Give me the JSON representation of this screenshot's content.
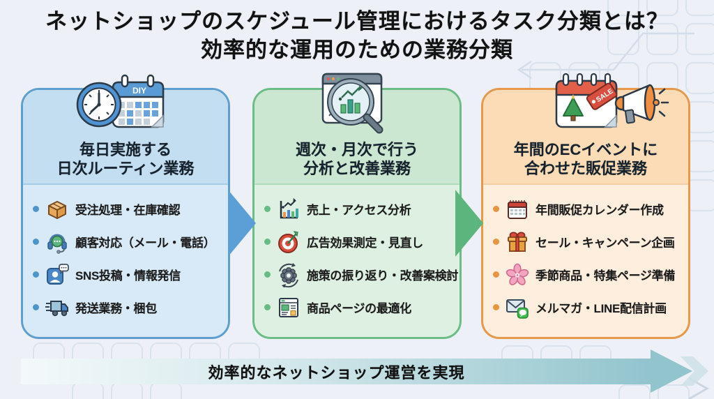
{
  "title": {
    "line1": "ネットショップのスケジュール管理におけるタスク分類とは？",
    "line2": "効率的な運用のための業務分類"
  },
  "columns": [
    {
      "id": "daily-routine",
      "accent": "#5e9fd0",
      "header_line1": "毎日実施する",
      "header_line2": "日次ルーティン業務",
      "icon": "clock-calendar-icon",
      "items": [
        {
          "icon": "package-box-icon",
          "label": "受注処理・在庫確認"
        },
        {
          "icon": "headset-chat-icon",
          "label": "顧客対応（メール・電話）"
        },
        {
          "icon": "sns-post-icon",
          "label": "SNS投稿・情報発信"
        },
        {
          "icon": "delivery-truck-icon",
          "label": "発送業務・梱包"
        }
      ]
    },
    {
      "id": "weekly-monthly-analysis",
      "accent": "#6cbd85",
      "header_line1": "週次・月次で行う",
      "header_line2": "分析と改善業務",
      "icon": "browser-magnifier-chart-icon",
      "items": [
        {
          "icon": "bar-chart-icon",
          "label": "売上・アクセス分析"
        },
        {
          "icon": "target-dart-icon",
          "label": "広告効果測定・見直し"
        },
        {
          "icon": "gear-cycle-icon",
          "label": "施策の振り返り・改善案検討"
        },
        {
          "icon": "product-page-icon",
          "label": "商品ページの最適化"
        }
      ]
    },
    {
      "id": "annual-ec-promotion",
      "accent": "#e8984a",
      "header_line1": "年間のECイベントに",
      "header_line2": "合わせた販促業務",
      "icon": "event-calendar-megaphone-icon",
      "items": [
        {
          "icon": "promo-calendar-icon",
          "label": "年間販促カレンダー作成"
        },
        {
          "icon": "gift-box-icon",
          "label": "セール・キャンペーン企画"
        },
        {
          "icon": "sakura-icon",
          "label": "季節商品・特集ページ準備"
        },
        {
          "icon": "mail-line-icon",
          "label": "メルマガ・LINE配信計画"
        }
      ]
    }
  ],
  "icon_labels": {
    "diy": "DIY",
    "sale": "SALE"
  },
  "footer": {
    "label": "効率的なネットショップ運営を実現"
  },
  "colors": {
    "background": "#edf1f7",
    "blue_border": "#5e9fd0",
    "blue_header_fill": "#c4def1",
    "blue_body_fill": "#d8eaf7",
    "green_border": "#6cbd85",
    "green_header_fill": "#cbe7d1",
    "green_body_fill": "#def0e2",
    "orange_border": "#e8984a",
    "orange_header_fill": "#fbdcb6",
    "orange_body_fill": "#fdeede",
    "flow_arrow_blue": "#5b9fd6",
    "flow_arrow_green": "#5cb57d",
    "banner_teal": "#92c4cd"
  }
}
